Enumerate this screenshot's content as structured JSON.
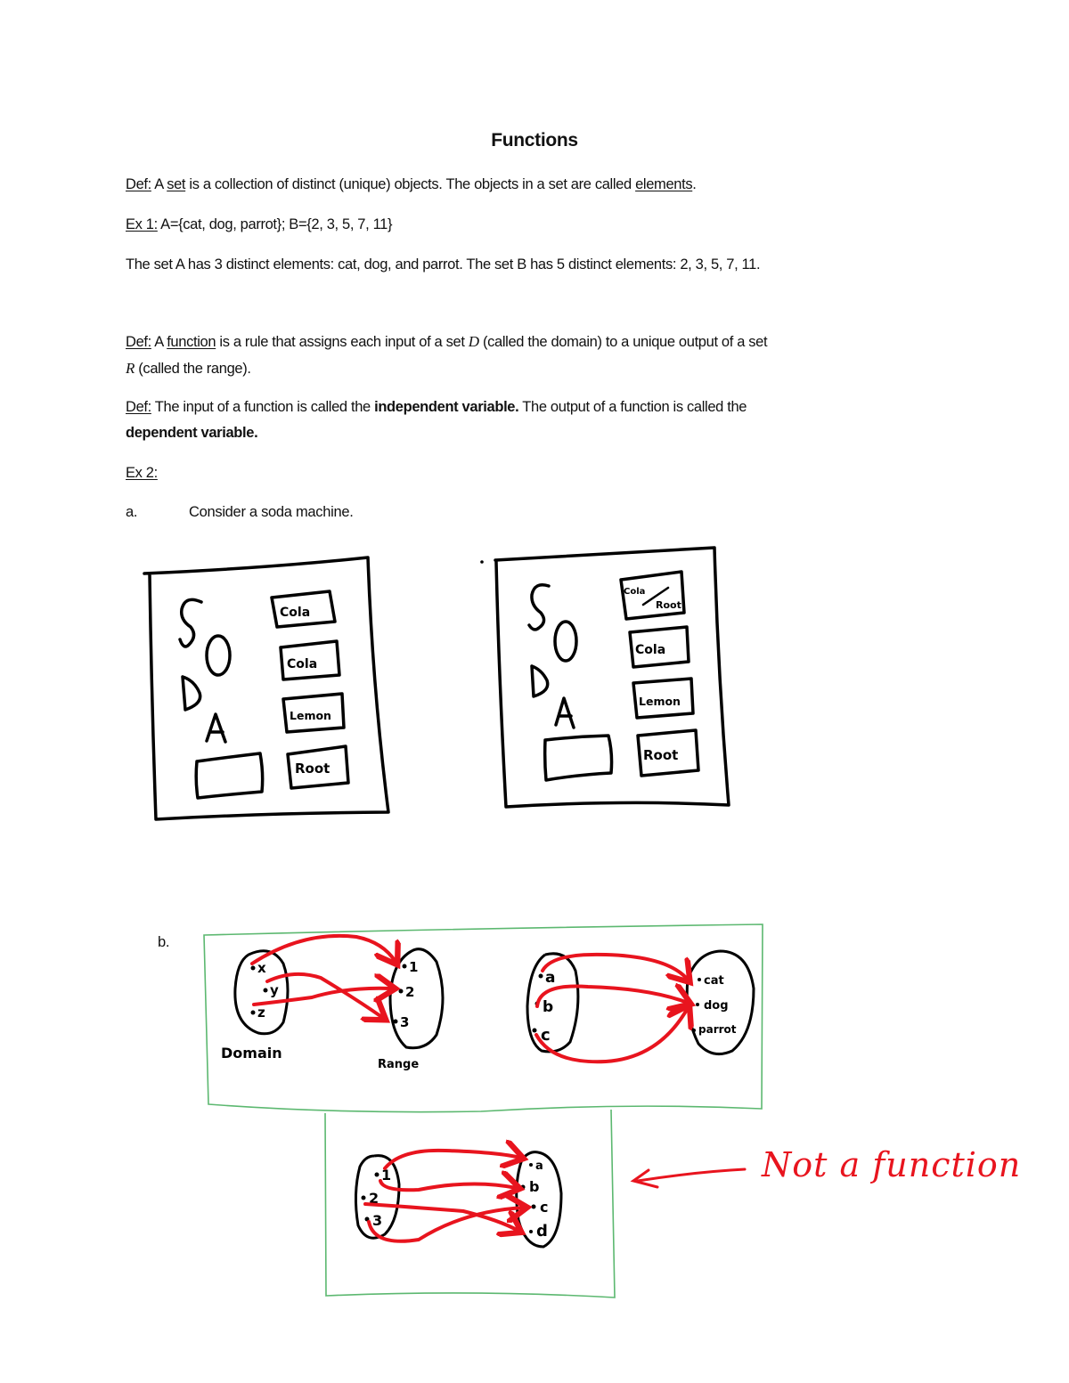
{
  "document": {
    "title": "Functions",
    "def_set": {
      "label": "Def:",
      "pre": " A ",
      "term": "set",
      "mid": " is a collection of distinct (unique) objects. The objects in a set are called ",
      "term2": "elements",
      "post": "."
    },
    "ex1": {
      "label": "Ex 1:",
      "text": " A={cat, dog, parrot}; B={2, 3, 5, 7, 11}"
    },
    "ex1_explain": "The set A has 3 distinct elements: cat, dog, and parrot. The set B has 5 distinct elements: 2, 3, 5, 7, 11.",
    "def_function": {
      "label": "Def:",
      "pre": " A ",
      "term": "function",
      "mid": " is a rule that assigns each input of a set ",
      "var_d": "D",
      "mid2": " (called the domain) to a unique output of a set",
      "var_r": "R",
      "post": " (called the range)."
    },
    "def_variables": {
      "label": "Def:",
      "pre": " The input of a function is called the ",
      "term1": "independent variable.",
      "mid": " The output of a function is called the",
      "term2": "dependent variable."
    },
    "ex2": {
      "label": "Ex 2:",
      "item_a_marker": "a.",
      "item_a_text": "Consider a soda machine.",
      "item_b_marker": "b."
    }
  },
  "soda_machines": [
    {
      "letters": [
        "S",
        "O",
        "D",
        "A"
      ],
      "buttons": [
        "Cola",
        "Cola",
        "Lemon",
        "Root"
      ]
    },
    {
      "letters": [
        "S",
        "O",
        "D",
        "A"
      ],
      "buttons": [
        "Cola/Root",
        "Cola",
        "Lemon",
        "Root"
      ]
    }
  ],
  "mapping_diagrams": [
    {
      "domain_elements": [
        "x",
        "y",
        "z"
      ],
      "range_elements": [
        "1",
        "2",
        "3"
      ],
      "domain_label": "Domain",
      "range_label": "Range",
      "mappings": [
        [
          "x",
          "1"
        ],
        [
          "y",
          "3"
        ],
        [
          "z",
          "2"
        ]
      ]
    },
    {
      "domain_elements": [
        "a",
        "b",
        "c"
      ],
      "range_elements": [
        "cat",
        "dog",
        "parrot"
      ],
      "mappings": [
        [
          "a",
          "cat"
        ],
        [
          "b",
          "dog"
        ],
        [
          "c",
          "dog"
        ]
      ]
    },
    {
      "domain_elements": [
        "1",
        "2",
        "3"
      ],
      "range_elements": [
        "a",
        "b",
        "c",
        "d"
      ],
      "mappings": [
        [
          "1",
          "a"
        ],
        [
          "1",
          "b"
        ],
        [
          "2",
          "d"
        ],
        [
          "3",
          "c"
        ]
      ],
      "annotation": "Not a function"
    }
  ],
  "colors": {
    "arrow_red": "#e8141e",
    "box_green": "#5cb870",
    "ink": "#000000"
  }
}
